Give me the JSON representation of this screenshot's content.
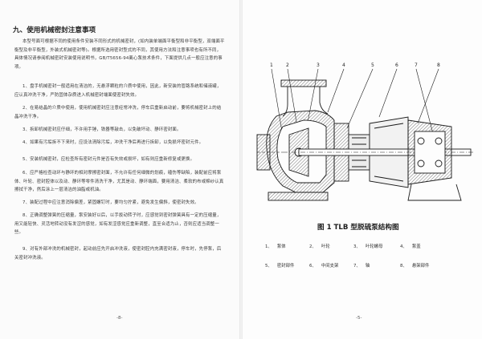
{
  "left_page": {
    "heading": "九、使用机械密封注意事项",
    "intro": "本型号面可根据不同的使用条件安装不同形式的机械密封，(如内装单端面平衡型和非平衡型，双端面平衡型及非平衡型，外装式机械密封等)。根据所选用密封型式的不同，其使用方法和注意事项也有所不同，具体情况请参阅机械密封安装使用说明书，GB/T5656-94离心泵技术条件，下面提供几点一般应注意的事项。",
    "paragraphs": [
      "1、盘手机械密封一般适用在清洁的，无悬浮颗粒的介质中使用，因此，新安装的管路系统和储液罐，应认真冲洗干净，严防固体杂质进入机械密封端面使密封失效。",
      "2、在易结晶的介质中使用，使用机械密封应注意经常冲洗，停车后重新启动前，要将机械密封上的结晶冲洗干净。",
      "3、拆卸机械密封应仔细，不许用手锤，铁器等敲击，以免破坏动、静环密封面。",
      "4、如果有污垢拆不下来时，应设法清除污垢，冲洗干净后再进行拆卸，以免损坏密封元件。",
      "5、安装机械密封，应检查所有密封元件是否有失效或损坏，如有则应重新修复或更换。",
      "6、应严格检查动环与静环的相对摩擦密封面，不允许有任何细微的划痕，磕伤等缺陷，装配前应将泵体、叶轮、密封腔体以及动、静环等零件清洗干净，尤其是动、静环端面，要用清洁、柔软的布或棉纱认真擦拭干净，然后涂上一层清洁的油脂或机油。",
      "7、装配过程中应注意消除偏差，紧固螺钉时，要均匀拧紧，避免发生偏斜，使密封失效。",
      "8、正确调整弹簧的压缩量，泵安装好以后，以手扳动转子时，应感觉到密封弹簧具有一定的压缩量，用又能轻快、灵活地转动没有发涩的感觉，如有发涩感觉应重新调整，直至合适为止，否则应适当调整一些。",
      "9、对有外部冲洗的机械密封，起动前应先开启冲洗液，使密封腔内充满密封液，停车时，先停泵，后关密封冲洗液。"
    ],
    "page_number": "-8-"
  },
  "right_page": {
    "callouts": [
      "1",
      "2",
      "3",
      "4",
      "5",
      "6",
      "7",
      "8"
    ],
    "figure_title": "图 1 TLB 型脱硫泵结构图",
    "parts": [
      {
        "num": "1、",
        "name": "泵体"
      },
      {
        "num": "2、",
        "name": "叶轮"
      },
      {
        "num": "3、",
        "name": "叶轮螺母"
      },
      {
        "num": "4、",
        "name": "泵盖"
      },
      {
        "num": "5、",
        "name": "密封部件"
      },
      {
        "num": "6、",
        "name": "中间支架"
      },
      {
        "num": "7、",
        "name": "轴"
      },
      {
        "num": "8、",
        "name": "悬架部件"
      }
    ],
    "page_number": "-5-"
  },
  "colors": {
    "ink": "#2a2a2a",
    "line": "#1a1a1a",
    "hatch": "#3a3a3a"
  }
}
